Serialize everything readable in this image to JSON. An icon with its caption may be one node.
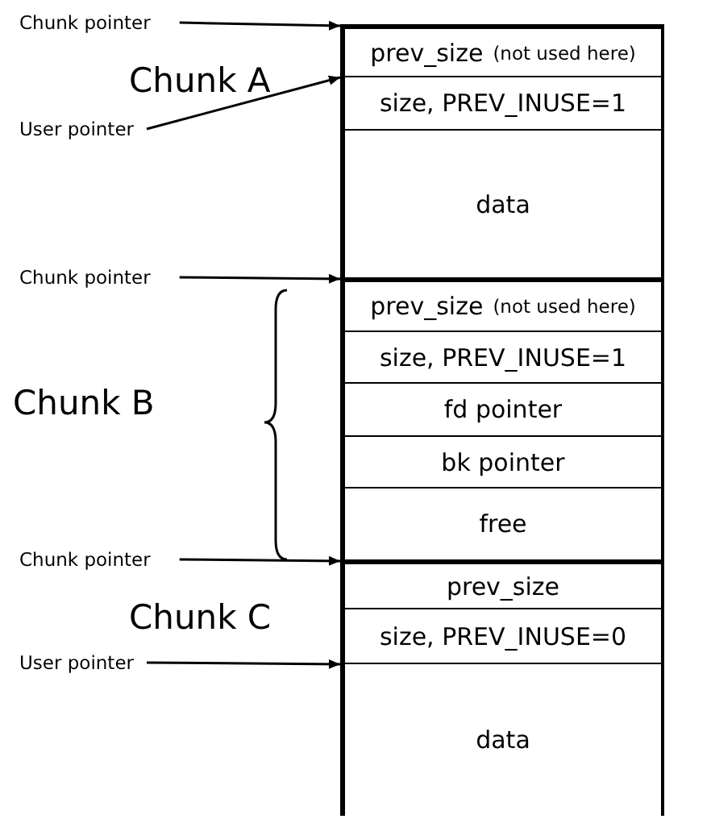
{
  "diagram": {
    "nodes": [
      {
        "text": [
          "Chunk pointer"
        ]
      },
      {
        "text": [
          "prev_size",
          "(not used here)"
        ]
      },
      {
        "text": [
          "User pointer"
        ]
      },
      {
        "text": [
          "size, PREV_INUSE=1"
        ]
      },
      {
        "text": [
          "data"
        ]
      },
      {
        "text": [
          "Chunk pointer"
        ]
      },
      {
        "text": [
          "prev_size",
          "(not used here)"
        ]
      },
      {
        "text": [
          "size, PREV_INUSE=1"
        ]
      },
      {
        "text": [
          "fd pointer"
        ]
      },
      {
        "text": [
          "bk pointer"
        ]
      },
      {
        "text": [
          "free"
        ]
      },
      {
        "text": [
          "Chunk pointer"
        ]
      },
      {
        "text": [
          "prev_size"
        ]
      },
      {
        "text": [
          "size, PREV_INUSE=0"
        ]
      },
      {
        "text": [
          "User pointer"
        ]
      },
      {
        "text": [
          "data"
        ]
      }
    ],
    "edges": [
      {
        "from": 0,
        "to": 1,
        "arrow": "to"
      },
      {
        "from": 2,
        "to": 3,
        "arrow": "to"
      },
      {
        "from": 5,
        "to": 6,
        "arrow": "to"
      },
      {
        "from": 11,
        "to": 12,
        "arrow": "to"
      },
      {
        "from": 14,
        "to": 15,
        "arrow": "to"
      }
    ],
    "labels": [
      "Chunk A",
      "Chunk B",
      "Chunk C"
    ]
  }
}
